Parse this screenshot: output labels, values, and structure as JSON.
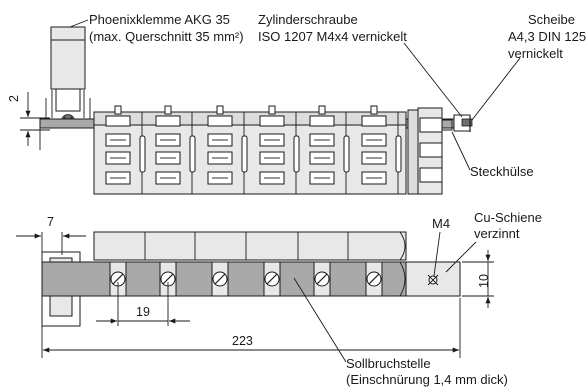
{
  "labels": {
    "phoenix_line1": "Phoenixklemme AKG 35",
    "phoenix_line2": "(max. Querschnitt 35 mm²)",
    "zylinder_line1": "Zylinderschraube",
    "zylinder_line2": "ISO 1207 M4x4 vernickelt",
    "scheibe_line1": "Scheibe",
    "scheibe_line2": "A4,3 DIN 125",
    "scheibe_line3": "vernickelt",
    "steckhuelse": "Steckhülse",
    "m4": "M4",
    "cu_line1": "Cu-Schiene",
    "cu_line2": "verzinnt",
    "soll_line1": "Sollbruchstelle",
    "soll_line2": "(Einschnürung 1,4 mm dick)"
  },
  "dimensions": {
    "height_2": "2",
    "width_7": "7",
    "pitch_19": "19",
    "height_10": "10",
    "length_223": "223"
  }
}
